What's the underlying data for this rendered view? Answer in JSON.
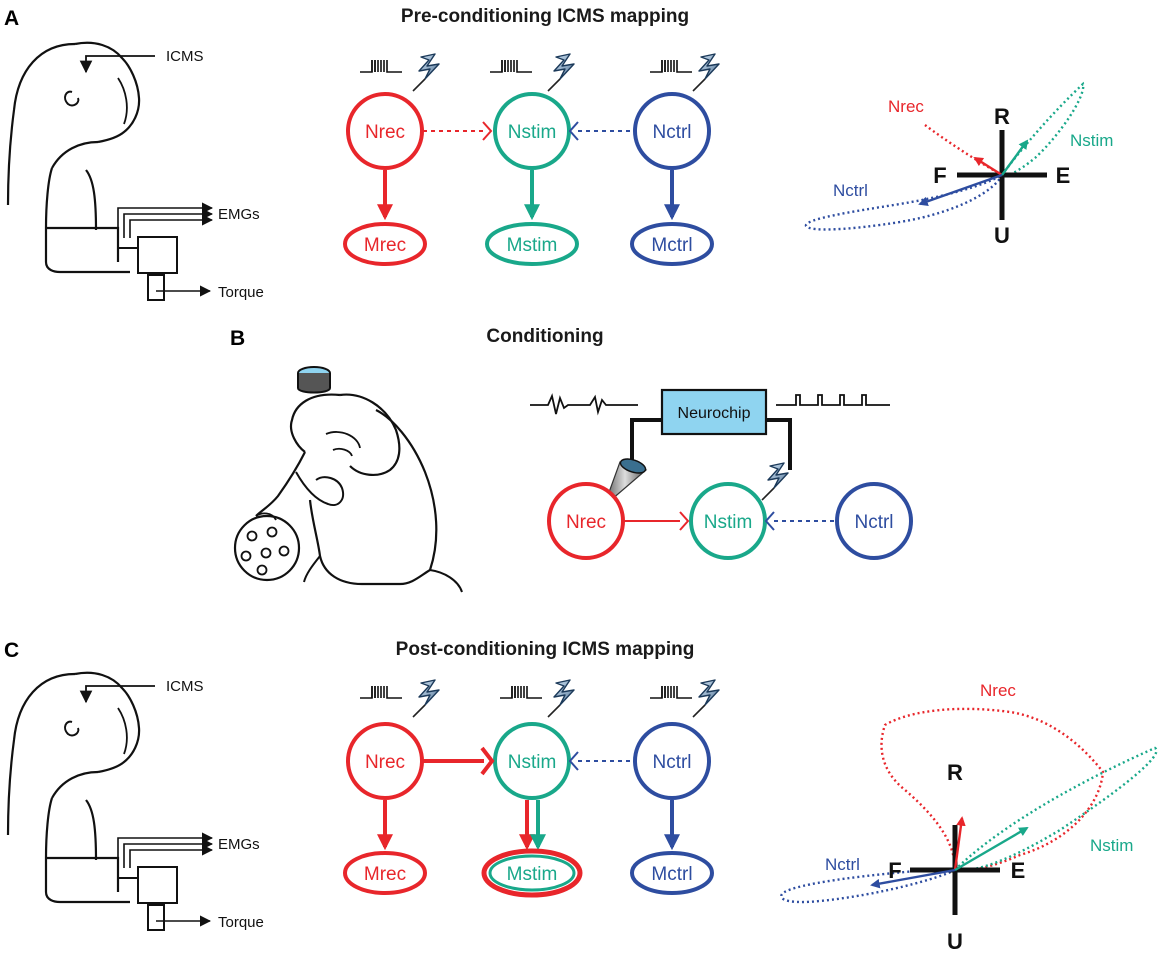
{
  "colors": {
    "rec": "#e8262b",
    "stim": "#19a88a",
    "ctrl": "#2e4da0",
    "chip_fill": "#8fd4f0",
    "ink": "#111111"
  },
  "panels": {
    "a": {
      "letter": "A",
      "title": "Pre-conditioning ICMS mapping"
    },
    "b": {
      "letter": "B",
      "title": "Conditioning"
    },
    "c": {
      "letter": "C",
      "title": "Post-conditioning ICMS mapping"
    }
  },
  "setup_labels": {
    "icms": "ICMS",
    "emgs": "EMGs",
    "torque": "Torque"
  },
  "neurons": {
    "nrec": "Nrec",
    "nstim": "Nstim",
    "nctrl": "Nctrl",
    "mrec": "Mrec",
    "mstim": "Mstim",
    "mctrl": "Mctrl"
  },
  "device": {
    "label": "Neurochip"
  },
  "axes": {
    "r": "R",
    "u": "U",
    "f": "F",
    "e": "E"
  },
  "vector_labels": {
    "nrec": "Nrec",
    "nstim": "Nstim",
    "nctrl": "Nctrl"
  }
}
